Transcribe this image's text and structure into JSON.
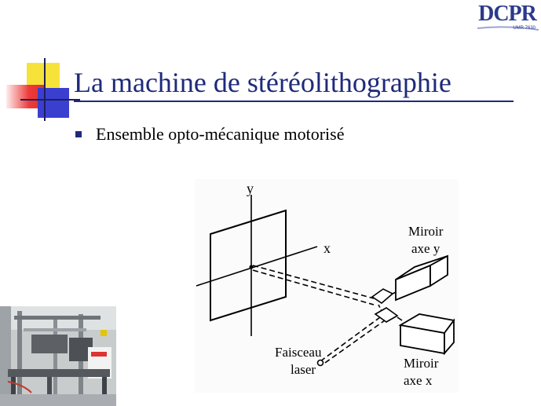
{
  "logo": {
    "text": "DCPR",
    "subtext": "UMR 7630",
    "color": "#2b3a8c"
  },
  "title": "La machine de stéréolithographie",
  "bullets": [
    "Ensemble opto-mécanique motorisé"
  ],
  "diagram": {
    "axis_y": "y",
    "axis_x": "x",
    "mirror_y_line1": "Miroir",
    "mirror_y_line2": "axe y",
    "beam_line1": "Faisceau",
    "beam_line2": "laser",
    "mirror_x_line1": "Miroir",
    "mirror_x_line2": "axe x"
  },
  "colors": {
    "title": "#1f2a7a",
    "accent_yellow": "#f7e23a",
    "accent_red": "#ee3b3b",
    "accent_blue": "#3a3fd0"
  }
}
